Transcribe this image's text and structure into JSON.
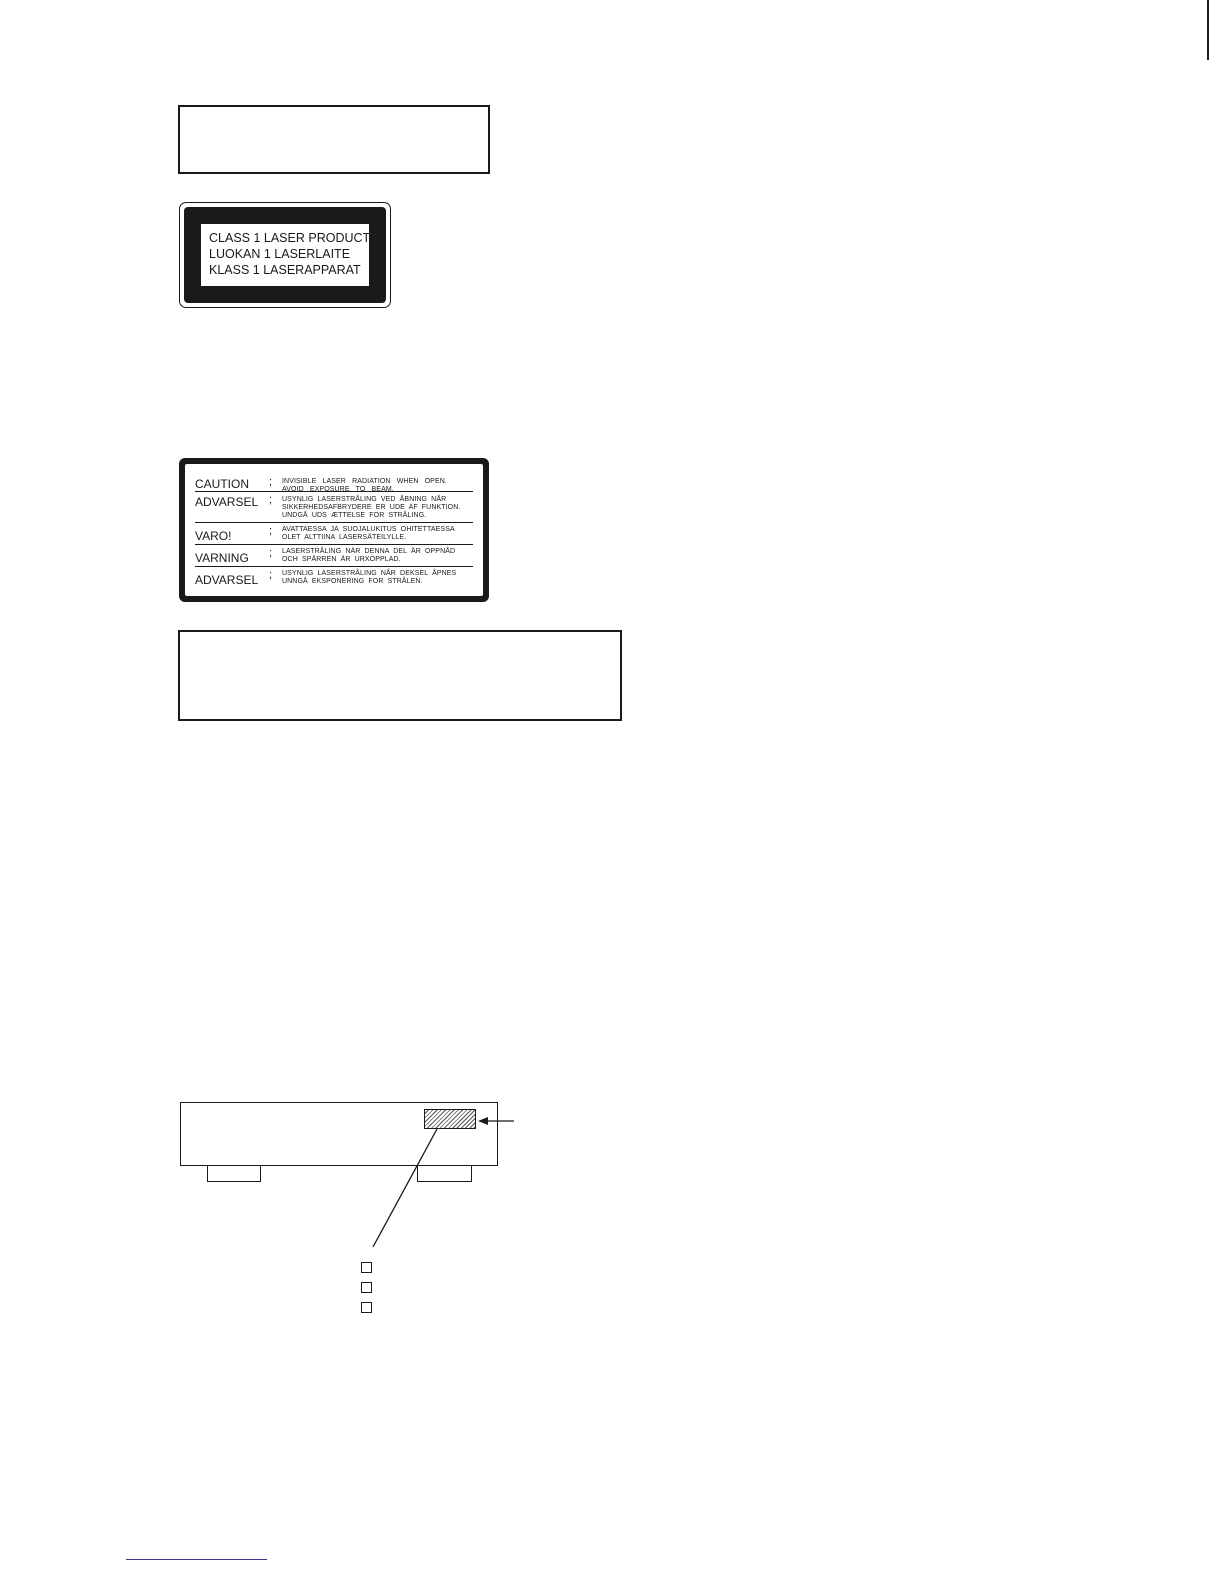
{
  "class_label": {
    "lines": [
      "CLASS 1 LASER PRODUCT",
      "LUOKAN 1 LASERLAITE",
      "KLASS 1 LASERAPPARAT"
    ]
  },
  "caution_label": {
    "rows": [
      {
        "word": "CAUTION",
        "sep": ";",
        "text": "INVISIBLE   LASER   RADIATION   WHEN   OPEN.\nAVOID   EXPOSURE   TO   BEAM."
      },
      {
        "word": "ADVARSEL",
        "sep": ";",
        "text": "USYNLIG  LASERSTRÅLING  VED  ÅBNING  NÅR\nSIKKERHEDSAFBRYDERE  ER  UDE  AF  FUNKTION.\nUNDGÅ  UDS  ÆTTELSE  FOR  STRÅLING."
      },
      {
        "word": "VARO!",
        "sep": ";",
        "text": "AVATTAESSA  JA  SUOJALUKITUS  OHITETTAESSA\nOLET  ALTTIINA  LASERSÄTEILYLLE."
      },
      {
        "word": "VARNING",
        "sep": ";",
        "text": "LASERSTRÅLING  NÄR  DENNA  DEL  ÄR  OPPNÅD\nOCH  SPÄRREN  ÄR  URXOPPLAD."
      },
      {
        "word": "ADVARSEL",
        "sep": ";",
        "text": "USYNLIG  LASERSTRÅLING  NÅR  DEKSEL  ÅPNES\nUNNGÅ  EKSPONERING  FOR  STRÅLEN."
      }
    ]
  },
  "diagram": {
    "checkboxes": [
      false,
      false,
      false
    ]
  },
  "colors": {
    "ink": "#1a1a1a",
    "footer_rule": "#3a3a8a"
  }
}
